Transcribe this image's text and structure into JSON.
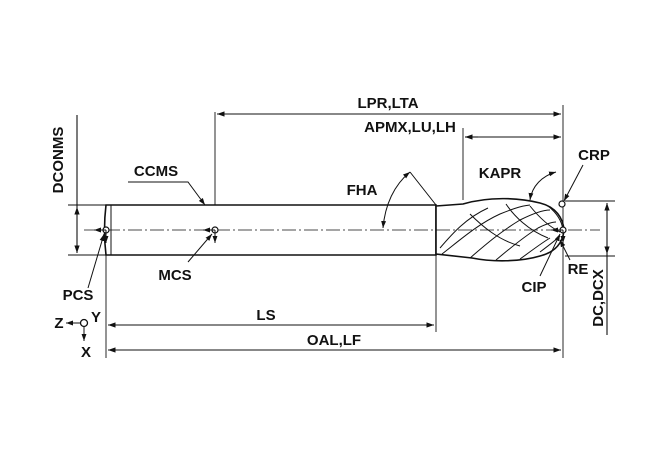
{
  "labels": {
    "lpr_lta": "LPR,LTA",
    "apmx_lu_lh": "APMX,LU,LH",
    "dconms": "DCONMS",
    "ccms": "CCMS",
    "fha": "FHA",
    "kapr": "KAPR",
    "crp": "CRP",
    "mcs": "MCS",
    "pcs": "PCS",
    "y_axis": "Y",
    "z_axis": "Z",
    "x_axis": "X",
    "ls": "LS",
    "oal_lf": "OAL,LF",
    "re": "RE",
    "cip": "CIP",
    "dc_dcx": "DC,DCX"
  }
}
